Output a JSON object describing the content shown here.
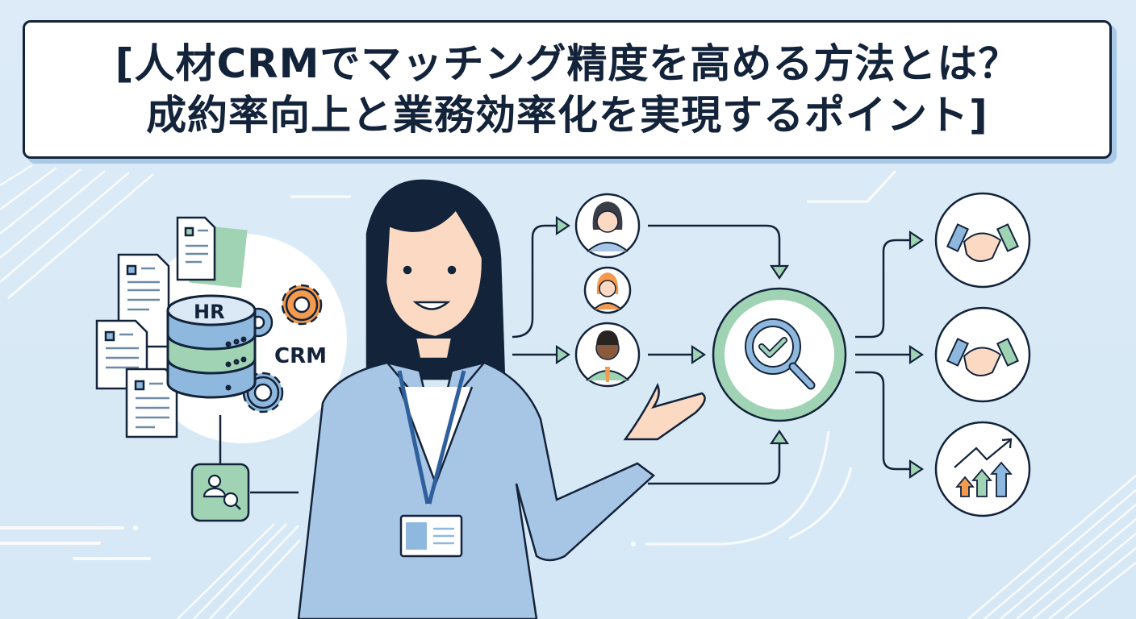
{
  "title": {
    "line1": "[人材CRMでマッチング精度を高める方法とは？",
    "line2": "成約率向上と業務効率化を実現するポイント]"
  },
  "database": {
    "label_hr": "HR",
    "label_crm": "CRM"
  },
  "icons": {
    "documents": "document-stack-icon",
    "database": "database-icon",
    "gears": "gear-icon",
    "candidate_search": "user-search-icon",
    "candidates": [
      "woman-avatar-icon",
      "redhead-avatar-icon",
      "man-avatar-icon"
    ],
    "matching": "magnifier-check-icon",
    "outcomes": [
      "handshake-icon",
      "handshake-icon",
      "growth-chart-icon"
    ]
  },
  "colors": {
    "background": "#d9eaf7",
    "ink": "#13233a",
    "blue": "#8fb8de",
    "green": "#9fd3b4",
    "orange": "#f39a4e",
    "skin": "#fbd9c2",
    "white": "#ffffff"
  }
}
